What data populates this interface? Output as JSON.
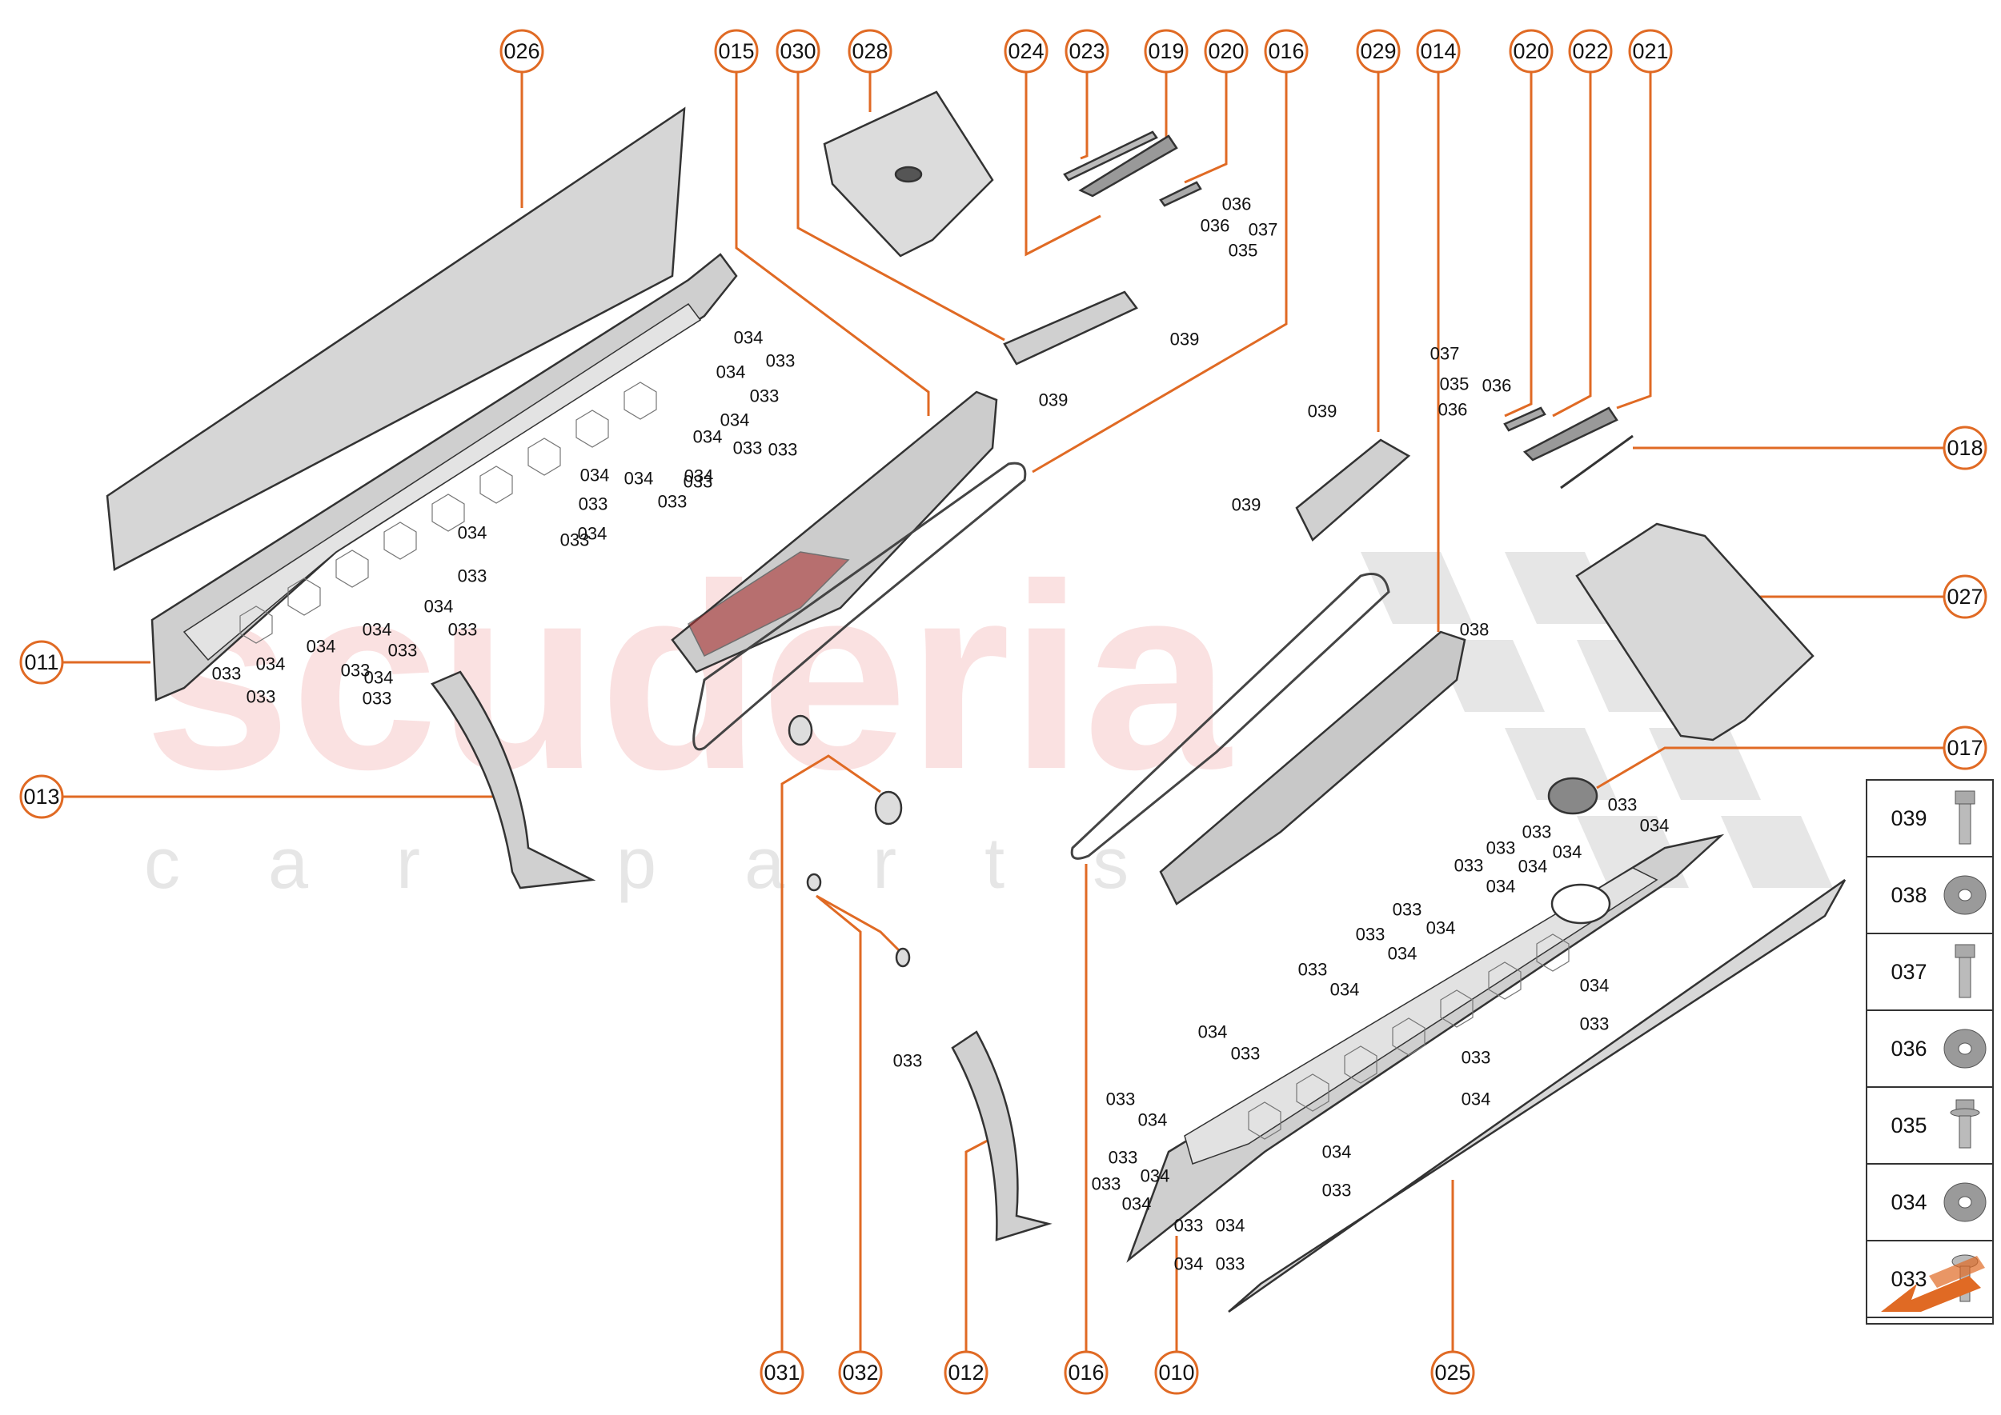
{
  "watermark": {
    "brand": "scuderia",
    "sub": "car parts"
  },
  "colors": {
    "accent": "#e06a24",
    "part_fill": "#d9d9d9",
    "part_stroke": "#333333"
  },
  "callouts": [
    {
      "id": "c026",
      "label": "026"
    },
    {
      "id": "c015",
      "label": "015"
    },
    {
      "id": "c030",
      "label": "030"
    },
    {
      "id": "c028",
      "label": "028"
    },
    {
      "id": "c024",
      "label": "024"
    },
    {
      "id": "c023",
      "label": "023"
    },
    {
      "id": "c019",
      "label": "019"
    },
    {
      "id": "c020a",
      "label": "020"
    },
    {
      "id": "c016a",
      "label": "016"
    },
    {
      "id": "c029",
      "label": "029"
    },
    {
      "id": "c014",
      "label": "014"
    },
    {
      "id": "c020b",
      "label": "020"
    },
    {
      "id": "c022",
      "label": "022"
    },
    {
      "id": "c021",
      "label": "021"
    },
    {
      "id": "c018",
      "label": "018"
    },
    {
      "id": "c027",
      "label": "027"
    },
    {
      "id": "c017",
      "label": "017"
    },
    {
      "id": "c011",
      "label": "011"
    },
    {
      "id": "c013",
      "label": "013"
    },
    {
      "id": "c031",
      "label": "031"
    },
    {
      "id": "c032",
      "label": "032"
    },
    {
      "id": "c012",
      "label": "012"
    },
    {
      "id": "c016b",
      "label": "016"
    },
    {
      "id": "c010",
      "label": "010"
    },
    {
      "id": "c025",
      "label": "025"
    }
  ],
  "fastener_numbers": [
    {
      "t": "036"
    },
    {
      "t": "036"
    },
    {
      "t": "037"
    },
    {
      "t": "035"
    },
    {
      "t": "039"
    },
    {
      "t": "039"
    },
    {
      "t": "034"
    },
    {
      "t": "033"
    },
    {
      "t": "034"
    },
    {
      "t": "033"
    },
    {
      "t": "034"
    },
    {
      "t": "034"
    },
    {
      "t": "033"
    },
    {
      "t": "033"
    },
    {
      "t": "033"
    },
    {
      "t": "034"
    },
    {
      "t": "034"
    },
    {
      "t": "033"
    },
    {
      "t": "034"
    },
    {
      "t": "033"
    },
    {
      "t": "034"
    },
    {
      "t": "033"
    },
    {
      "t": "034"
    },
    {
      "t": "033"
    },
    {
      "t": "034"
    },
    {
      "t": "033"
    },
    {
      "t": "034"
    },
    {
      "t": "033"
    },
    {
      "t": "034"
    },
    {
      "t": "033"
    },
    {
      "t": "034"
    },
    {
      "t": "033"
    },
    {
      "t": "034"
    },
    {
      "t": "033"
    },
    {
      "t": "033"
    },
    {
      "t": "037"
    },
    {
      "t": "035"
    },
    {
      "t": "036"
    },
    {
      "t": "036"
    },
    {
      "t": "039"
    },
    {
      "t": "039"
    },
    {
      "t": "038"
    },
    {
      "t": "033"
    },
    {
      "t": "034"
    },
    {
      "t": "033"
    },
    {
      "t": "034"
    },
    {
      "t": "033"
    },
    {
      "t": "034"
    },
    {
      "t": "033"
    },
    {
      "t": "034"
    },
    {
      "t": "033"
    },
    {
      "t": "034"
    },
    {
      "t": "033"
    },
    {
      "t": "034"
    },
    {
      "t": "033"
    },
    {
      "t": "034"
    },
    {
      "t": "034"
    },
    {
      "t": "033"
    },
    {
      "t": "033"
    },
    {
      "t": "034"
    },
    {
      "t": "034"
    },
    {
      "t": "033"
    },
    {
      "t": "033"
    },
    {
      "t": "034"
    },
    {
      "t": "034"
    },
    {
      "t": "033"
    },
    {
      "t": "033"
    },
    {
      "t": "034"
    },
    {
      "t": "033"
    },
    {
      "t": "034"
    },
    {
      "t": "033"
    },
    {
      "t": "034"
    },
    {
      "t": "034"
    },
    {
      "t": "033"
    },
    {
      "t": "033"
    }
  ],
  "legend": [
    {
      "label": "039",
      "kind": "bolt-long"
    },
    {
      "label": "038",
      "kind": "washer"
    },
    {
      "label": "037",
      "kind": "bolt-long"
    },
    {
      "label": "036",
      "kind": "washer"
    },
    {
      "label": "035",
      "kind": "flange-bolt"
    },
    {
      "label": "034",
      "kind": "washer"
    },
    {
      "label": "033",
      "kind": "pan-screw"
    }
  ],
  "legend_footer_icon": "exploded-view-arrow-icon"
}
